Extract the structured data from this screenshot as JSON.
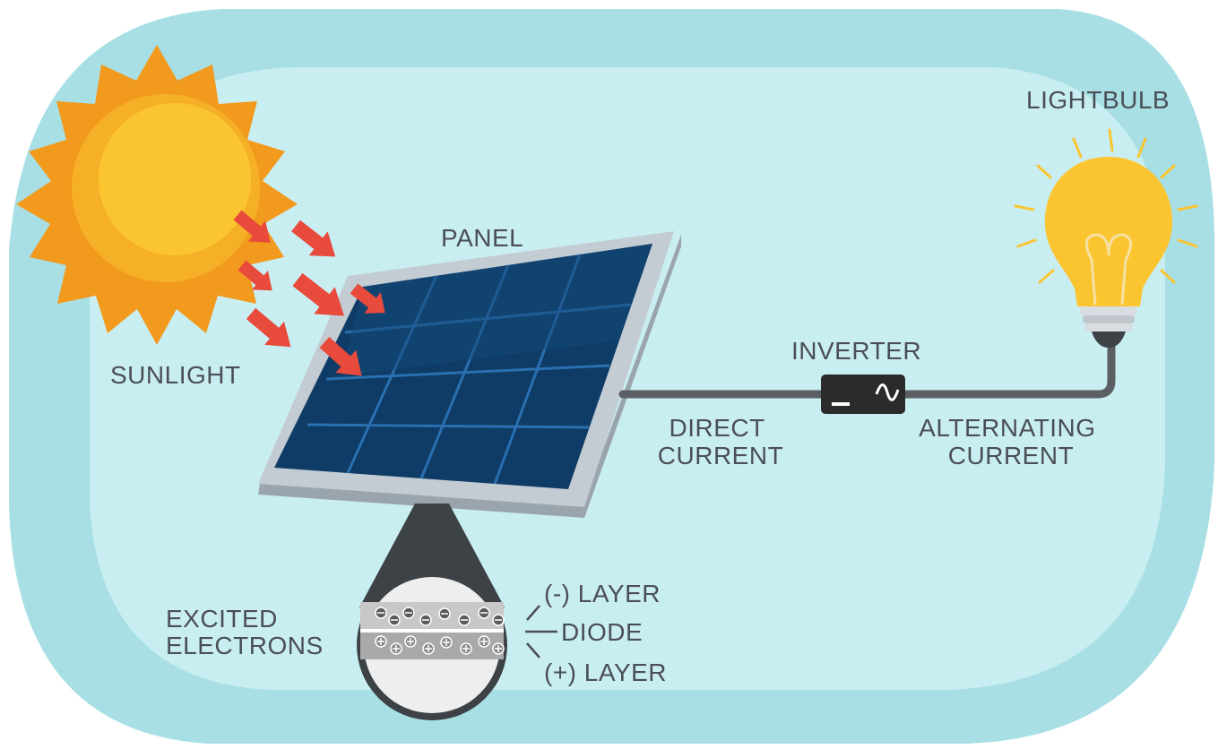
{
  "labels": {
    "panel": "PANEL",
    "sunlight": "SUNLIGHT",
    "inverter": "INVERTER",
    "lightbulb": "LIGHTBULB",
    "direct_current": [
      "DIRECT",
      "CURRENT"
    ],
    "alternating_current": [
      "ALTERNATING",
      "CURRENT"
    ],
    "excited_electrons": [
      "EXCITED",
      "ELECTRONS"
    ],
    "negative_layer": "(-) LAYER",
    "diode": "DIODE",
    "positive_layer": "(+) LAYER"
  },
  "colors": {
    "background_outer": "#a7dfe4",
    "background_inner": "#c9eef1",
    "sun_outer": "#f29a1d",
    "sun_inner": "#fbc532",
    "arrows": "#e84a3c",
    "panel_cells": "#0d3d66",
    "panel_frame": "#b9c2c9",
    "wire": "#5b5f64",
    "inverter_black": "#2b2b2b",
    "inverter_red": "#c0282e",
    "bulb": "#fbc532"
  },
  "icons": [
    "sun-icon",
    "sunlight-arrow-icon",
    "solar-panel-icon",
    "inverter-icon",
    "lightbulb-icon",
    "magnifier-icon",
    "electron-icon",
    "proton-icon"
  ]
}
